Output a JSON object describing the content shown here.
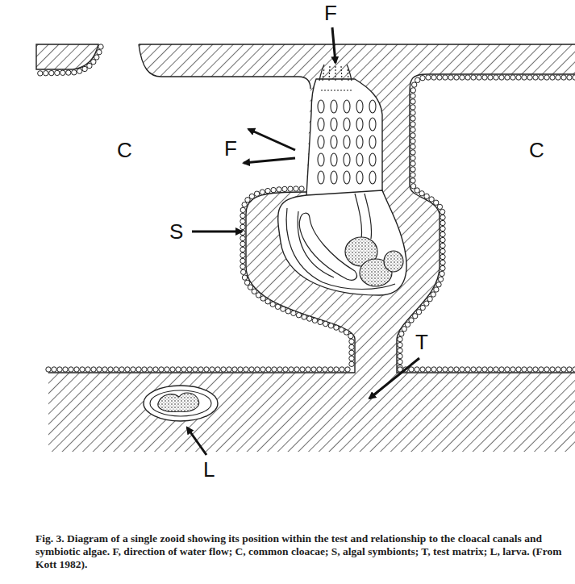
{
  "diagram": {
    "caption": "Fig. 3. Diagram of a single zooid showing its position within the test and relationship to the cloacal canals and symbiotic algae. F, direction of water flow; C, common cloacae; S, algal symbionts; T, test matrix; L, larva. (From Kott 1982).",
    "labels": [
      "F",
      "C",
      "F",
      "C",
      "S",
      "T",
      "L"
    ]
  }
}
